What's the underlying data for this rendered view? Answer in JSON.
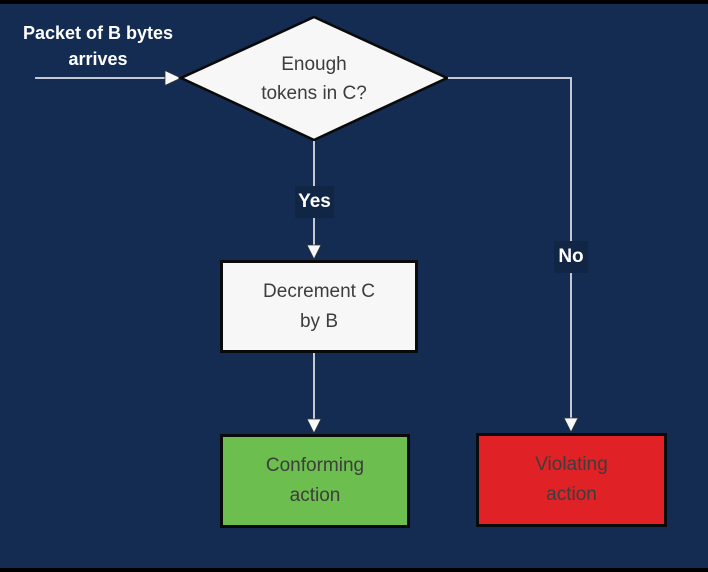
{
  "colors": {
    "background": "#142C52",
    "frame_border": "#000000",
    "connector": "#C3C9D2",
    "node_fill": "#F7F7F7",
    "node_border": "#000000",
    "conforming_fill": "#6CBE4E",
    "violating_fill": "#E02125",
    "node_text": "#3D3D3D",
    "label_text": "#FFFFFF"
  },
  "labels": {
    "start": {
      "line1": "Packet of B bytes",
      "line2": "arrives"
    },
    "yes": "Yes",
    "no": "No"
  },
  "nodes": {
    "decision": {
      "line1": "Enough",
      "line2": "tokens in C?"
    },
    "decrement": {
      "line1": "Decrement C",
      "line2": "by B"
    },
    "conforming": {
      "line1": "Conforming",
      "line2": "action"
    },
    "violating": {
      "line1": "Violating",
      "line2": "action"
    }
  }
}
